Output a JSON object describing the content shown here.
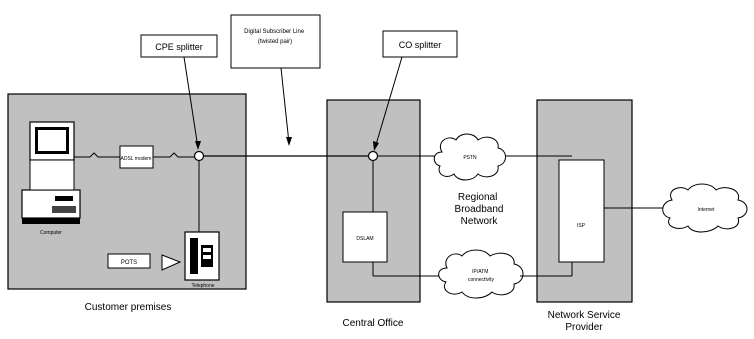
{
  "callouts": {
    "cpe_splitter": "CPE splitter",
    "dsl_line": "Digital Subscriber Line (twisted pair)",
    "co_splitter": "CO splitter"
  },
  "customer": {
    "title": "Customer premises",
    "adsl_modem": "ADSL modem",
    "computer": "Computer",
    "telephone": "Telephone",
    "pots": "POTS"
  },
  "central_office": {
    "title": "Central Office",
    "dslam": "DSLAM",
    "pstn": "PSTN",
    "ip_atm": "IP/ATM connectivity"
  },
  "regional_network": "Regional Broadband Network",
  "nsp": {
    "title": "Network Service Provider",
    "isp": "ISP",
    "internet": "Internet"
  },
  "colors": {
    "box_fill": "#c0c0c0",
    "line": "#000000",
    "background": "#ffffff"
  }
}
